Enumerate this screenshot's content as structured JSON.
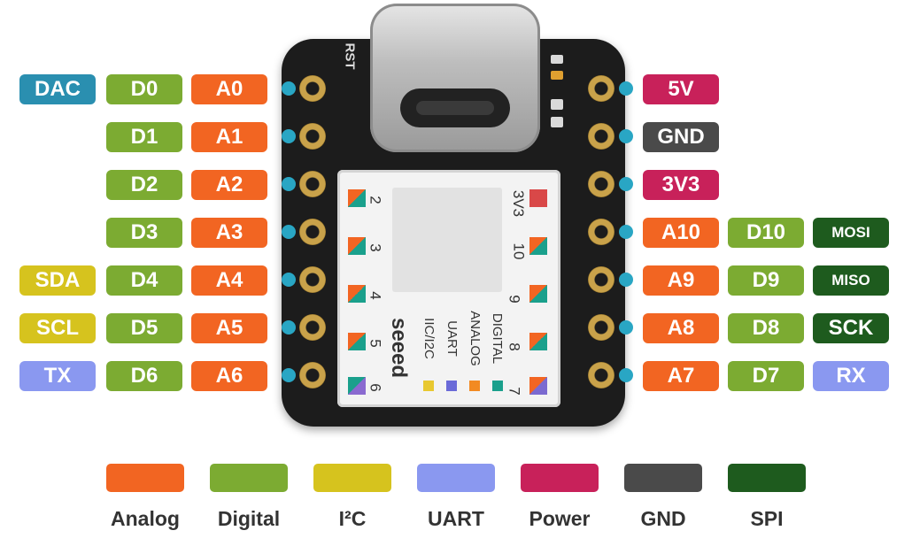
{
  "board": {
    "rst_label": "RST",
    "brand": "seeed",
    "shield_pin_numbers_left": [
      "2",
      "3",
      "4",
      "5",
      "6"
    ],
    "shield_pin_numbers_right": [
      "3V3",
      "10",
      "9",
      "8",
      "7"
    ],
    "shield_legend": [
      "IIC/I2C",
      "UART",
      "ANALOG",
      "DIGITAL"
    ]
  },
  "left_pins": [
    {
      "labels": [
        "DAC",
        "D0",
        "A0"
      ]
    },
    {
      "labels": [
        "",
        "D1",
        "A1"
      ]
    },
    {
      "labels": [
        "",
        "D2",
        "A2"
      ]
    },
    {
      "labels": [
        "",
        "D3",
        "A3"
      ]
    },
    {
      "labels": [
        "SDA",
        "D4",
        "A4"
      ]
    },
    {
      "labels": [
        "SCL",
        "D5",
        "A5"
      ]
    },
    {
      "labels": [
        "TX",
        "D6",
        "A6"
      ]
    }
  ],
  "right_pins": [
    {
      "labels": [
        "5V",
        "",
        ""
      ]
    },
    {
      "labels": [
        "GND",
        "",
        ""
      ]
    },
    {
      "labels": [
        "3V3",
        "",
        ""
      ]
    },
    {
      "labels": [
        "A10",
        "D10",
        "MOSI"
      ]
    },
    {
      "labels": [
        "A9",
        "D9",
        "MISO"
      ]
    },
    {
      "labels": [
        "A8",
        "D8",
        "SCK"
      ]
    },
    {
      "labels": [
        "A7",
        "D7",
        "RX"
      ]
    }
  ],
  "legend": [
    {
      "label": "Analog",
      "color": "#f26522"
    },
    {
      "label": "Digital",
      "color": "#7cab32"
    },
    {
      "label": "I²C",
      "color": "#d6c31e"
    },
    {
      "label": "UART",
      "color": "#8a98f0"
    },
    {
      "label": "Power",
      "color": "#c8215a"
    },
    {
      "label": "GND",
      "color": "#4a4a4a"
    },
    {
      "label": "SPI",
      "color": "#1e5b1e"
    }
  ],
  "colors": {
    "analog": "#f26522",
    "digital": "#7cab32",
    "i2c": "#d6c31e",
    "uart": "#8a98f0",
    "power": "#c8215a",
    "gnd": "#4a4a4a",
    "spi": "#1e5b1e",
    "dac": "#2a8fb0",
    "connector_dot": "#29a6c4"
  }
}
